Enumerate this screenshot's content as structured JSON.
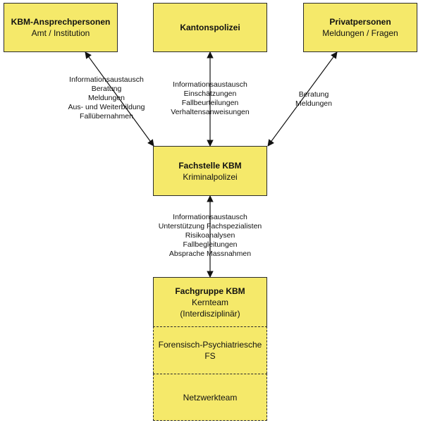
{
  "boxes": {
    "ansprech": {
      "title": "KBM-Ansprechpersonen",
      "subtitle": "Amt / Institution"
    },
    "kapo": {
      "title": "Kantonspolizei"
    },
    "privat": {
      "title": "Privatpersonen",
      "subtitle": "Meldungen / Fragen"
    },
    "fachstelle": {
      "title": "Fachstelle KBM",
      "subtitle": "Kriminalpolizei"
    },
    "fachgruppe": {
      "title": "Fachgruppe KBM",
      "line2": "Kernteam",
      "line3": "(Interdisziplinär)"
    },
    "forensisch": {
      "label": "Forensisch-Psychiatriesche FS"
    },
    "netzwerk": {
      "label": "Netzwerkteam"
    }
  },
  "connections": {
    "ansprech": [
      "Informationsaustausch",
      "Beratung",
      "Meldungen",
      "Aus- und Weiterbildung",
      "Fallübernahmen"
    ],
    "kapo": [
      "Informationsaustausch",
      "Einschätzungen",
      "Fallbeurteilungen",
      "Verhaltensanweisungen"
    ],
    "privat": [
      "Beratung",
      "Meldungen"
    ],
    "fachgruppe": [
      "Informationsaustausch",
      "Unterstützung Fachspezialisten",
      "Risikoanalysen",
      "Fallbegleitungen",
      "Absprache Massnahmen"
    ]
  },
  "colors": {
    "box_fill": "#f5e96a",
    "border": "#2b2b2b"
  }
}
